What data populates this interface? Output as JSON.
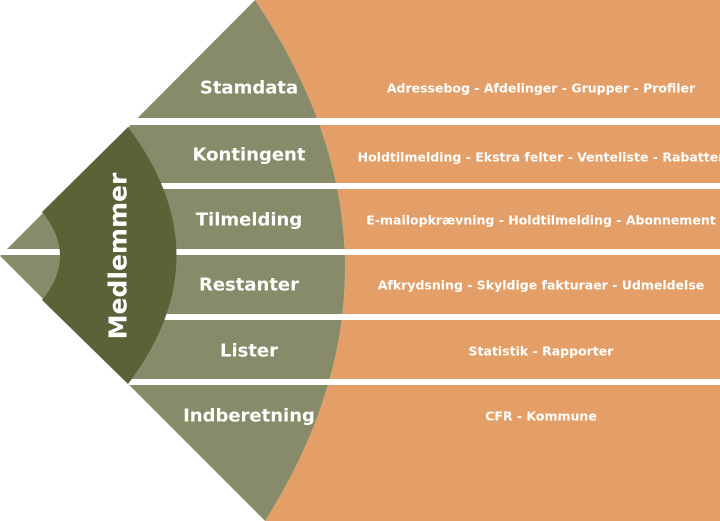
{
  "colors": {
    "orange": "#e39f67",
    "green": "#878b69",
    "dark": "#5c6238",
    "separator": "#ffffff"
  },
  "center": {
    "label": "Medlemmer"
  },
  "rows": [
    {
      "category": "Stamdata",
      "items": "Adressebog - Afdelinger - Grupper - Profiler"
    },
    {
      "category": "Kontingent",
      "items": "Holdtilmelding - Ekstra felter - Venteliste - Rabatter"
    },
    {
      "category": "Tilmelding",
      "items": "E-mailopkrævning - Holdtilmelding - Abonnement"
    },
    {
      "category": "Restanter",
      "items": "Afkrydsning - Skyldige fakturaer - Udmeldelse"
    },
    {
      "category": "Lister",
      "items": "Statistik - Rapporter"
    },
    {
      "category": "Indberetning",
      "items": "CFR - Kommune"
    }
  ]
}
